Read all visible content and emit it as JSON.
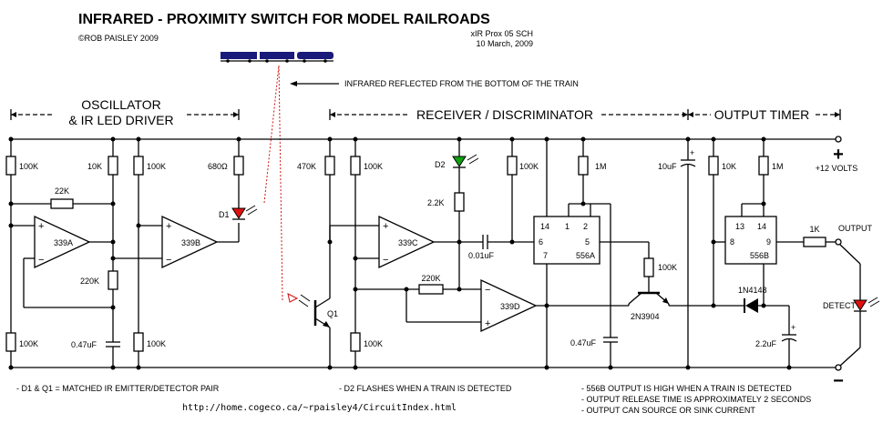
{
  "header": {
    "title": "INFRARED - PROXIMITY SWITCH FOR MODEL RAILROADS",
    "copyright": "©ROB PAISLEY 2009",
    "file_ref": "xIR Prox 05 SCH",
    "date": "10 March, 2009"
  },
  "annotations": {
    "ir_note": "INFRARED REFLECTED FROM THE BOTTOM OF THE TRAIN"
  },
  "sections": {
    "oscillator_line1": "OSCILLATOR",
    "oscillator_line2": "& IR LED DRIVER",
    "receiver": "RECEIVER / DISCRIMINATOR",
    "timer": "OUTPUT TIMER"
  },
  "components": {
    "r_100k": "100K",
    "r_10k": "10K",
    "r_22k": "22K",
    "r_220k": "220K",
    "r_680": "680Ω",
    "r_470k": "470K",
    "r_2k2": "2.2K",
    "r_1m": "1M",
    "r_1k": "1K",
    "c_047": "0.47uF",
    "c_001": "0.01uF",
    "c_10u": "10uF",
    "c_22u": "2.2uF",
    "d1": "D1",
    "d2": "D2",
    "q1": "Q1",
    "q_2n3904": "2N3904",
    "diode_1n4148": "1N4148",
    "opamp_339a": "339A",
    "opamp_339b": "339B",
    "opamp_339c": "339C",
    "opamp_339d": "339D",
    "ic_556a": "556A",
    "ic_556b": "556B",
    "pin_14": "14",
    "pin_1": "1",
    "pin_2": "2",
    "pin_6": "6",
    "pin_5": "5",
    "pin_7": "7",
    "pin_13": "13",
    "pin_8": "8",
    "pin_9": "9",
    "plus": "+",
    "minus": "−",
    "plus_volts": "+12 VOLTS",
    "output": "OUTPUT",
    "detect": "DETECT"
  },
  "notes": {
    "n1": "- D1 & Q1 = MATCHED IR EMITTER/DETECTOR PAIR",
    "n2": "- D2 FLASHES WHEN A TRAIN IS DETECTED",
    "n3": "- 556B OUTPUT IS HIGH WHEN A TRAIN IS DETECTED",
    "n4": "- OUTPUT RELEASE TIME IS APPROXIMATELY 2 SECONDS",
    "n5": "- OUTPUT CAN SOURCE OR SINK CURRENT"
  },
  "footer": {
    "url": "http://home.cogeco.ca/~rpaisley4/CircuitIndex.html"
  },
  "colors": {
    "led_red": "#e01010",
    "led_green": "#10a010",
    "ir_beam": "#d01010",
    "train": "#1a1a7a"
  }
}
